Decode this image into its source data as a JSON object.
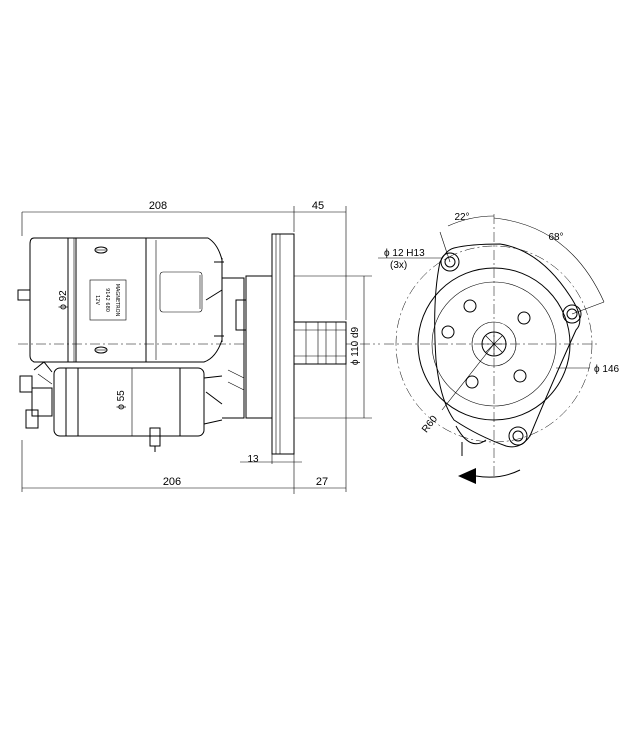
{
  "dimensions": {
    "overall_length": "208",
    "flange_offset": "45",
    "motor_diameter": "ϕ 92",
    "solenoid_diameter": "ϕ 55",
    "pilot_diameter": "ϕ 110 d9",
    "flange_thickness": "13",
    "bottom_length": "206",
    "bottom_offset": "27",
    "bolt_hole": "ϕ 12 H13",
    "bolt_hole_count": "(3x)",
    "angle_small": "22°",
    "angle_large": "68°",
    "bolt_circle": "ϕ 146",
    "radius": "R60"
  },
  "nameplate": {
    "brand": "MAGNETRON",
    "model": "9142 680",
    "voltage": "12V"
  },
  "icons": {
    "rotation_arrow": "counter-clockwise-rotation-arrow"
  }
}
